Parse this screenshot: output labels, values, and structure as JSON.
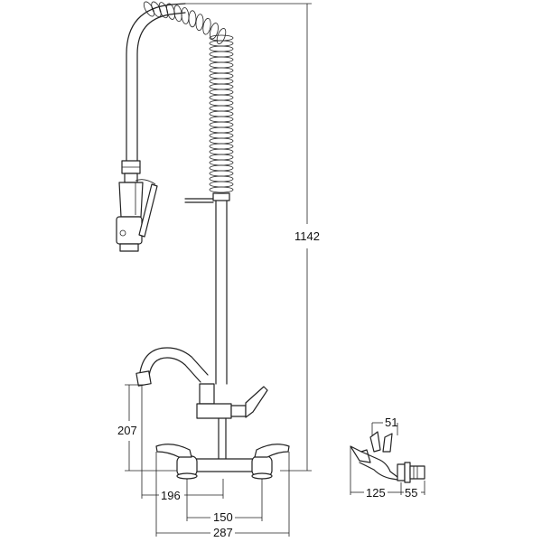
{
  "dimensions": {
    "total_height": "1142",
    "spout_height": "207",
    "spout_reach": "196",
    "inlet_centres": "150",
    "overall_width": "287",
    "side_depth": "125",
    "side_wall_offset": "55",
    "side_handle": "51"
  },
  "colors": {
    "line": "#222222",
    "background": "#ffffff"
  }
}
